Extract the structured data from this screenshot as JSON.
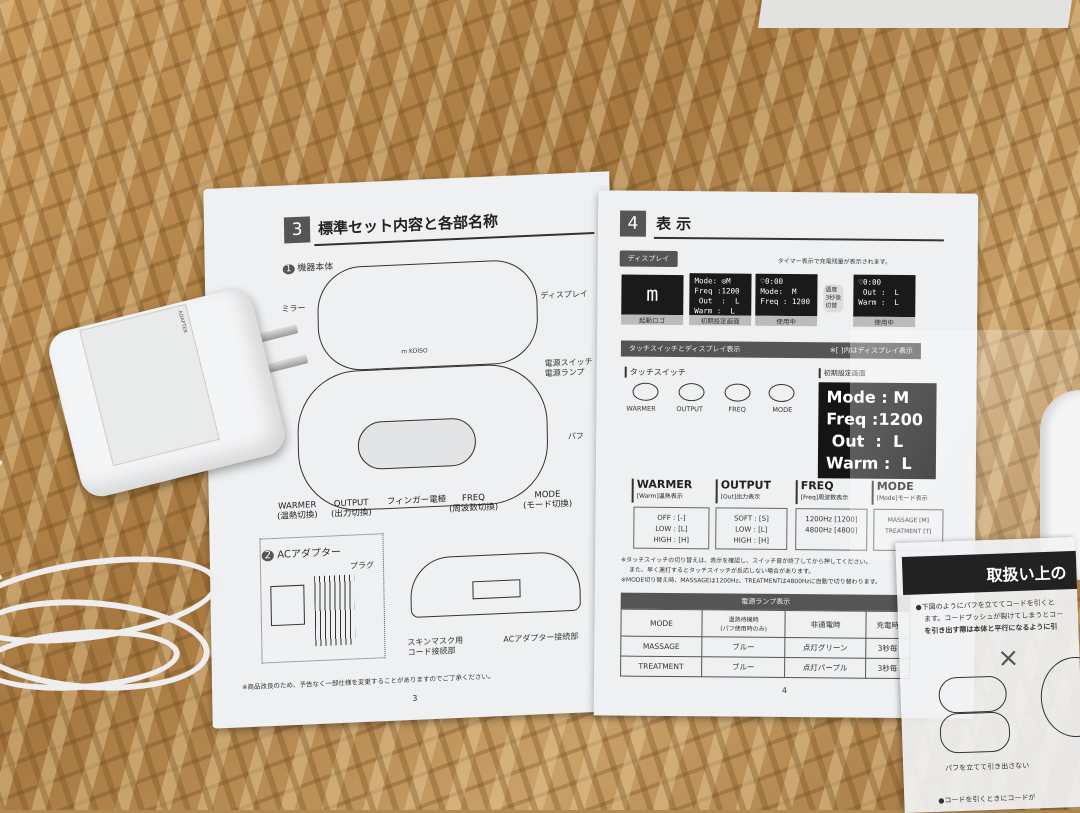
{
  "scene": {
    "background": "osb-wood-board",
    "colors": {
      "page": "#eef0f2",
      "ink": "#222222",
      "lcd": "#1a1a1a",
      "header_bar": "#555555"
    }
  },
  "left_page": {
    "section_number": "3",
    "section_title": "標準セット内容と各部名称",
    "sub1": {
      "number": "1",
      "title": "機器本体"
    },
    "callouts": {
      "mirror": "ミラー",
      "display": "ディスプレイ",
      "power_switch": "電源スイッチ",
      "power_lamp": "電源ランプ",
      "puff": "パフ",
      "brand": "m KOISO"
    },
    "buttons": [
      {
        "name": "WARMER",
        "sub": "(温熱切換)"
      },
      {
        "name": "OUTPUT",
        "sub": "(出力切換)"
      },
      {
        "name": "フィンガー電極",
        "sub": ""
      },
      {
        "name": "FREQ",
        "sub": "(周波数切換)"
      },
      {
        "name": "MODE",
        "sub": "(モード切換)"
      }
    ],
    "sub2": {
      "number": "2",
      "title": "ACアダプター",
      "plug": "プラグ"
    },
    "ports": {
      "skin_mask": "スキンマスク用\nコード接続部",
      "ac": "ACアダプター接続部"
    },
    "footnote": "※商品改良のため、予告なく一部仕様を変更することがありますのでご了承ください。",
    "page_number": "3"
  },
  "right_page": {
    "section_number": "4",
    "section_title": "表 示",
    "display_tag": "ディスプレイ",
    "timer_note": "タイマー表示で充電残量が表示されます。",
    "screens": [
      {
        "caption": "起動ロゴ",
        "text": "m"
      },
      {
        "caption": "初期設定画面",
        "text": "Mode: ◎M\nFreq :1200\n Out  :  L\nWarm :  L"
      },
      {
        "caption": "使用中",
        "text": "♡0:00\nMode:  M\nFreq : 1200"
      },
      {
        "caption": "使用中",
        "text": "♡0:00\n Out :  L\nWarm :  L"
      }
    ],
    "switch_note": "温度\n3秒後\n切替",
    "bar_title": "タッチスイッチとディスプレイ表示",
    "bar_note": "※[ ]内はディスプレイ表示",
    "touch_label": "タッチスイッチ",
    "touch_buttons": [
      "WARMER",
      "OUTPUT",
      "FREQ",
      "MODE"
    ],
    "initial_label": "初期設定画面",
    "initial_screen": "Mode : M\nFreq :1200\n Out  :  L\nWarm :  L",
    "settings": [
      {
        "title": "WARMER",
        "sub": "[Warm]温熱表示",
        "opts": [
          "OFF : [-]",
          "LOW : [L]",
          "HIGH : [H]"
        ]
      },
      {
        "title": "OUTPUT",
        "sub": "[Out]出力表示",
        "opts": [
          "SOFT : [S]",
          "LOW : [L]",
          "HIGH : [H]"
        ]
      },
      {
        "title": "FREQ",
        "sub": "[Freq]周波数表示",
        "opts": [
          "1200Hz [1200]",
          "4800Hz [4800]"
        ]
      },
      {
        "title": "MODE",
        "sub": "[Mode]モード表示",
        "opts": [
          "MASSAGE [M]",
          "TREATMENT [T]"
        ]
      }
    ],
    "notes": [
      "※タッチスイッチの切り替えは、表示を確認し、スイッチ音が終了してから押してください。",
      "また、早く連打するとタッチスイッチが反応しない場合があります。",
      "※MODE切り替え時、MASSAGEは1200Hz、TREATMENTは4800Hzに自動で切り替わります。"
    ],
    "lamp_table": {
      "title": "電源ランプ表示",
      "headers": [
        "MODE",
        "温熱待機時\n(パフ使用時のみ)",
        "非通電時",
        "充電時"
      ],
      "rows": [
        [
          "MASSAGE",
          "ブルー",
          "点灯グリーン",
          "3秒毎"
        ],
        [
          "TREATMENT",
          "ブルー",
          "点灯パープル",
          "3秒毎"
        ]
      ]
    },
    "page_number": "4"
  },
  "insert_sheet": {
    "title": "取扱い上の",
    "text1": "●下図のようにパフを立ててコードを引くと",
    "text2": "ます。コードブッシュが裂けてしまうとコー",
    "text3": "を引き出す際は本体と平行になるように引",
    "mark": "×",
    "caption": "パフを立てて引き出さない",
    "text4": "●コードを引くときにコードが"
  },
  "adapter": {
    "label": "ADAPTER"
  }
}
